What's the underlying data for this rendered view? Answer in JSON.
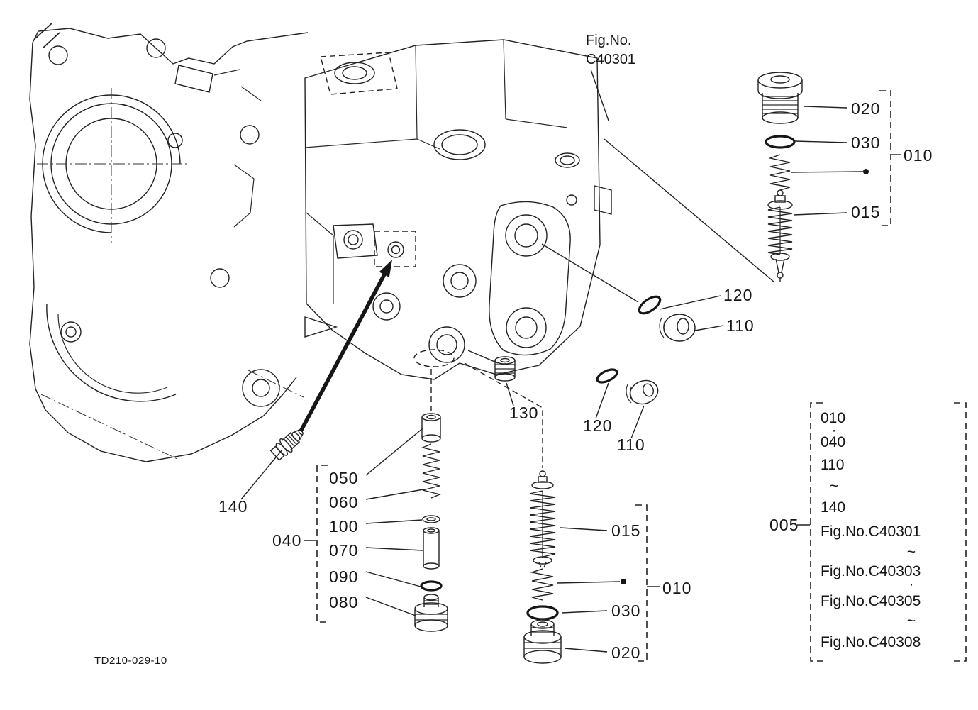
{
  "figure": {
    "label_line1": "Fig.No.",
    "label_line2": "C40301"
  },
  "drawing_code": "TD210-029-10",
  "callouts": {
    "c020_top": "020",
    "c030_top": "030",
    "c010_top": "010",
    "c015_top": "015",
    "c120_right": "120",
    "c110_right": "110",
    "c130": "130",
    "c120_bottom": "120",
    "c110_bottom": "110",
    "c140": "140",
    "c050": "050",
    "c060": "060",
    "c100": "100",
    "c040": "040",
    "c070": "070",
    "c090": "090",
    "c080": "080",
    "c015_bottom": "015",
    "c010_bottom": "010",
    "c030_bottom": "030",
    "c020_bottom": "020",
    "c005": "005"
  },
  "legend": {
    "lines": [
      "010",
      "·",
      "040",
      "110",
      "~",
      "140",
      "Fig.No.C40301",
      "~",
      "Fig.No.C40303",
      "·",
      "Fig.No.C40305",
      "~",
      "Fig.No.C40308"
    ]
  }
}
